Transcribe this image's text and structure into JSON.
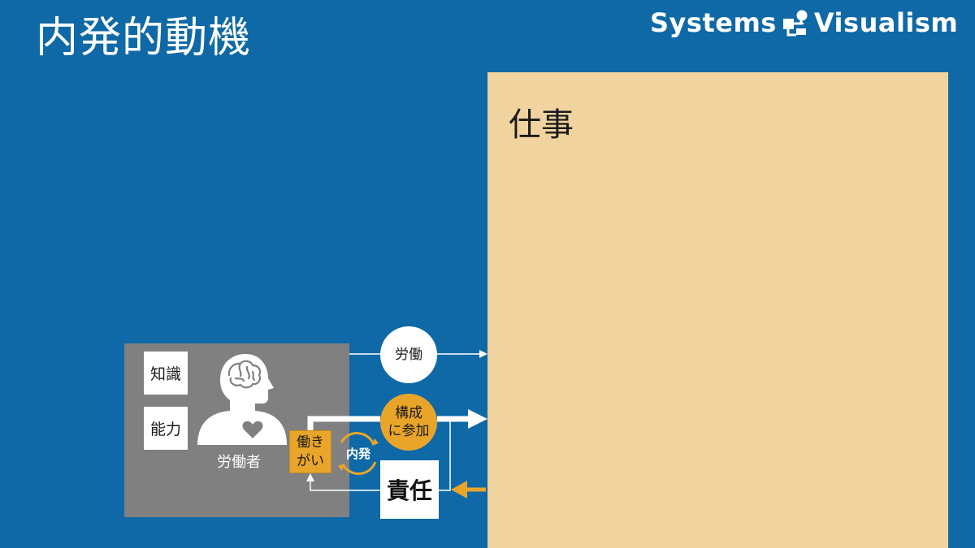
{
  "slide": {
    "title": "内発的動機",
    "brand": {
      "word1": "Systems",
      "word2": "Visualism"
    }
  },
  "diagram": {
    "work_area_label": "仕事",
    "worker": {
      "label": "労働者",
      "knowledge": "知識",
      "ability": "能力",
      "motivation_line1": "働き",
      "motivation_line2": "がい"
    },
    "flows": {
      "labor": "労働",
      "participate_line1": "構成",
      "participate_line2": "に参加",
      "intrinsic_loop": "内発",
      "responsibility": "責任"
    },
    "colors": {
      "background": "#0f69a6",
      "work_area": "#f0d39e",
      "worker_box": "#808080",
      "accent_orange": "#e9a52a",
      "white": "#ffffff"
    }
  }
}
